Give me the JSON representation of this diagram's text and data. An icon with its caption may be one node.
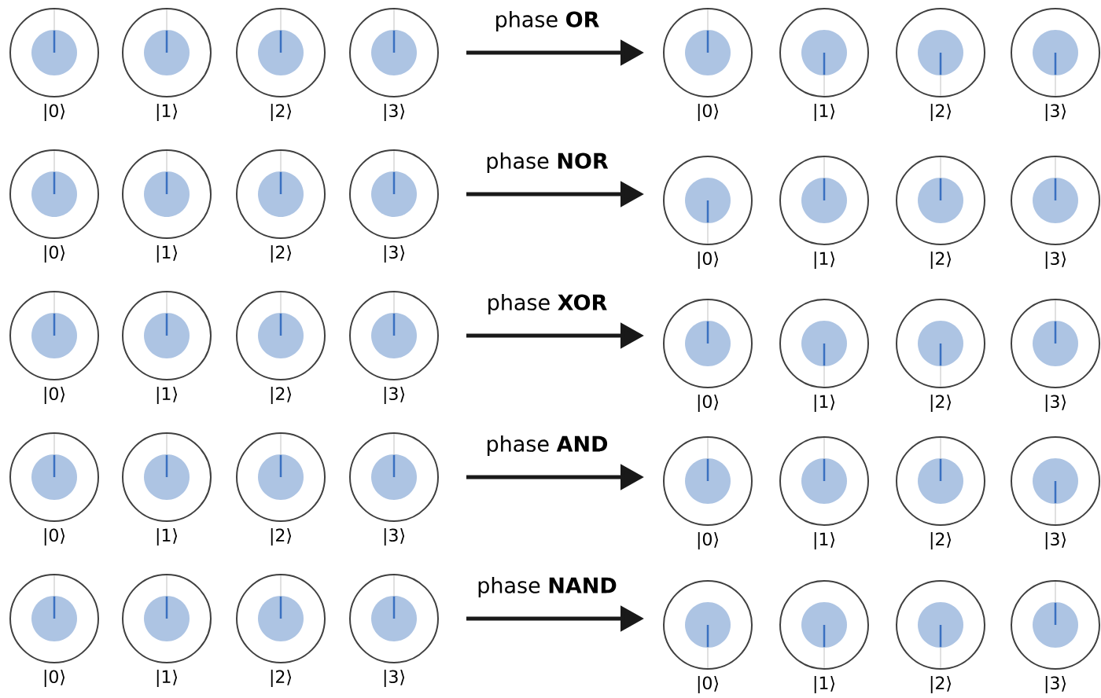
{
  "diagram": {
    "nodes": [
      {
        "text": [],
        "shape": "circle",
        "beside": [
          "|0⟩"
        ]
      },
      {
        "text": [],
        "shape": "circle",
        "beside": [
          "|1⟩"
        ]
      },
      {
        "text": [],
        "shape": "circle",
        "beside": [
          "|2⟩"
        ]
      },
      {
        "text": [],
        "shape": "circle",
        "beside": [
          "|3⟩"
        ]
      },
      {
        "text": [],
        "shape": "circle",
        "beside": [
          "|0⟩"
        ]
      },
      {
        "text": [],
        "shape": "circle",
        "beside": [
          "|1⟩"
        ]
      },
      {
        "text": [],
        "shape": "circle",
        "beside": [
          "|2⟩"
        ]
      },
      {
        "text": [],
        "shape": "circle",
        "beside": [
          "|3⟩"
        ]
      },
      {
        "text": [],
        "shape": "circle",
        "beside": [
          "|0⟩"
        ]
      },
      {
        "text": [],
        "shape": "circle",
        "beside": [
          "|1⟩"
        ]
      },
      {
        "text": [],
        "shape": "circle",
        "beside": [
          "|2⟩"
        ]
      },
      {
        "text": [],
        "shape": "circle",
        "beside": [
          "|3⟩"
        ]
      },
      {
        "text": [],
        "shape": "circle",
        "beside": [
          "|0⟩"
        ]
      },
      {
        "text": [],
        "shape": "circle",
        "beside": [
          "|1⟩"
        ]
      },
      {
        "text": [],
        "shape": "circle",
        "beside": [
          "|2⟩"
        ]
      },
      {
        "text": [],
        "shape": "circle",
        "beside": [
          "|3⟩"
        ]
      },
      {
        "text": [],
        "shape": "circle",
        "beside": [
          "|0⟩"
        ]
      },
      {
        "text": [],
        "shape": "circle",
        "beside": [
          "|1⟩"
        ]
      },
      {
        "text": [],
        "shape": "circle",
        "beside": [
          "|2⟩"
        ]
      },
      {
        "text": [],
        "shape": "circle",
        "beside": [
          "|3⟩"
        ]
      },
      {
        "text": [],
        "shape": "circle",
        "beside": [
          "|0⟩"
        ]
      },
      {
        "text": [],
        "shape": "circle",
        "beside": [
          "|1⟩"
        ]
      },
      {
        "text": [],
        "shape": "circle",
        "beside": [
          "|2⟩"
        ]
      },
      {
        "text": [],
        "shape": "circle",
        "beside": [
          "|3⟩"
        ]
      },
      {
        "text": [],
        "shape": "circle",
        "beside": [
          "|0⟩"
        ]
      },
      {
        "text": [],
        "shape": "circle",
        "beside": [
          "|1⟩"
        ]
      },
      {
        "text": [],
        "shape": "circle",
        "beside": [
          "|2⟩"
        ]
      },
      {
        "text": [],
        "shape": "circle",
        "beside": [
          "|3⟩"
        ]
      },
      {
        "text": [],
        "shape": "circle",
        "beside": [
          "|0⟩"
        ]
      },
      {
        "text": [],
        "shape": "circle",
        "beside": [
          "|1⟩"
        ]
      },
      {
        "text": [],
        "shape": "circle",
        "beside": [
          "|2⟩"
        ]
      },
      {
        "text": [],
        "shape": "circle",
        "beside": [
          "|3⟩"
        ]
      },
      {
        "text": [],
        "shape": "circle",
        "beside": [
          "|0⟩"
        ]
      },
      {
        "text": [],
        "shape": "circle",
        "beside": [
          "|1⟩"
        ]
      },
      {
        "text": [],
        "shape": "circle",
        "beside": [
          "|2⟩"
        ]
      },
      {
        "text": [],
        "shape": "circle",
        "beside": [
          "|3⟩"
        ]
      },
      {
        "text": [],
        "shape": "circle",
        "beside": [
          "|0⟩"
        ]
      },
      {
        "text": [],
        "shape": "circle",
        "beside": [
          "|1⟩"
        ]
      },
      {
        "text": [],
        "shape": "circle",
        "beside": [
          "|2⟩"
        ]
      },
      {
        "text": [],
        "shape": "circle",
        "beside": [
          "|3⟩"
        ]
      }
    ],
    "edges": [
      {
        "from": 3,
        "to": 4,
        "arrow": "to",
        "label": "phase **OR**"
      },
      {
        "from": 11,
        "to": 12,
        "arrow": "to",
        "label": "phase **NOR**"
      },
      {
        "from": 19,
        "to": 20,
        "arrow": "to",
        "label": "phase **XOR**"
      },
      {
        "from": 27,
        "to": 28,
        "arrow": "to",
        "label": "phase **AND**"
      },
      {
        "from": 35,
        "to": 36,
        "arrow": "to",
        "label": "phase **NAND**"
      }
    ]
  }
}
